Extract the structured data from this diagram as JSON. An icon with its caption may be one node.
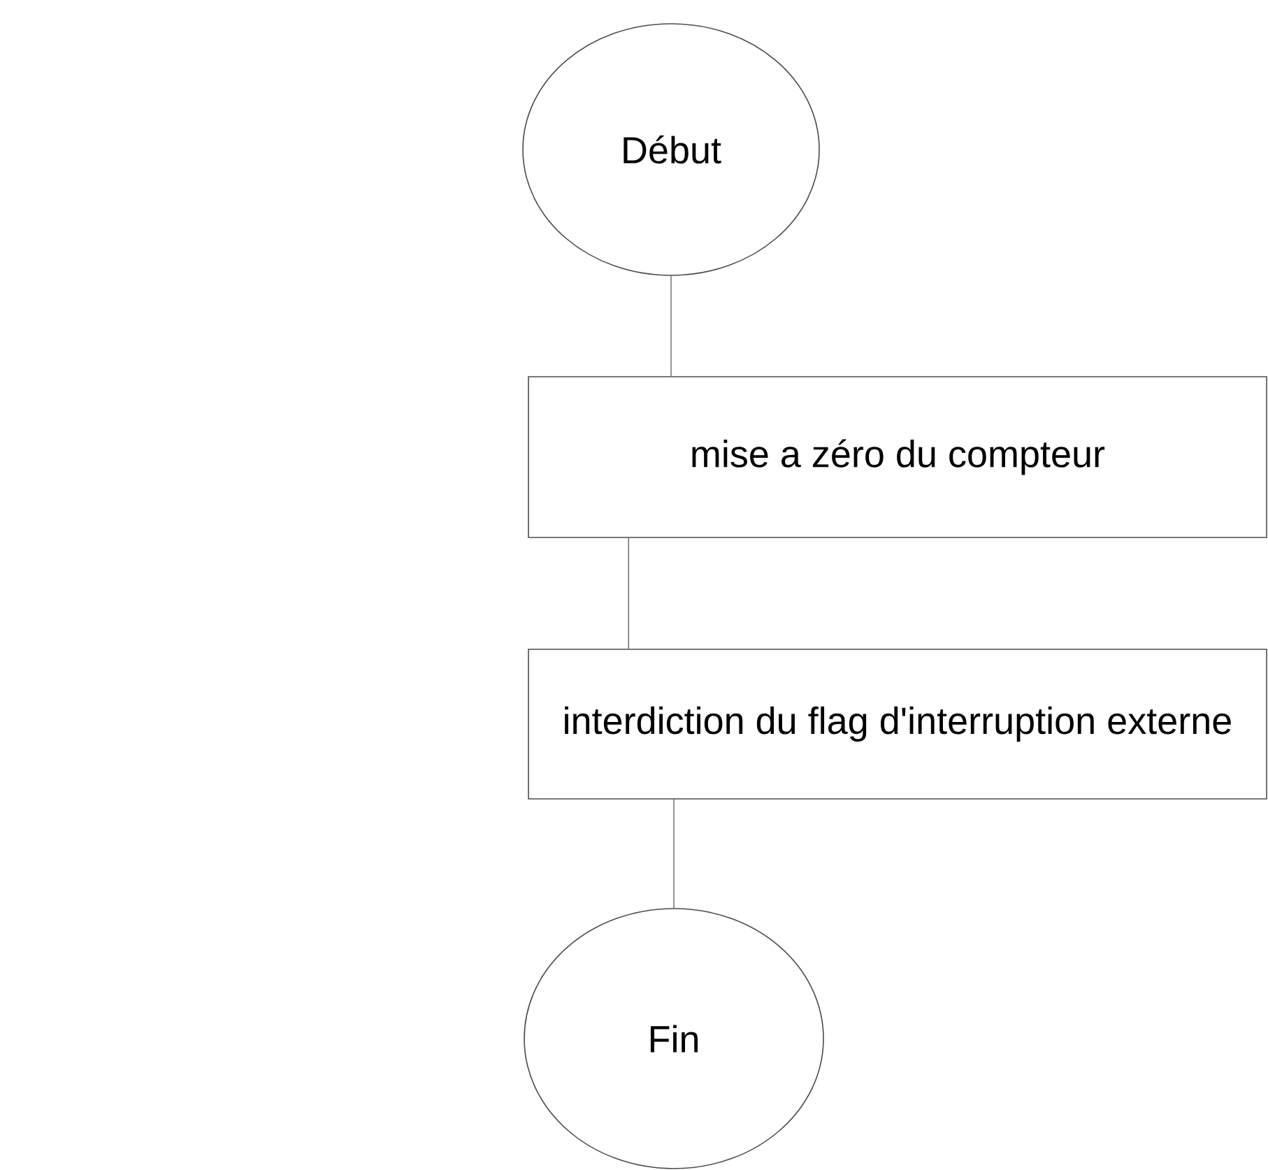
{
  "diagram": {
    "nodes": [
      {
        "text": [
          "Début"
        ]
      },
      {
        "text": [
          "mise a zéro du compteur"
        ]
      },
      {
        "text": [
          "interdiction du flag d'interruption externe"
        ]
      },
      {
        "text": [
          "Fin"
        ]
      }
    ],
    "edges": [
      {
        "from": 0,
        "to": 1,
        "arrow": "none"
      },
      {
        "from": 1,
        "to": 2,
        "arrow": "none"
      },
      {
        "from": 2,
        "to": 3,
        "arrow": "none"
      }
    ]
  }
}
